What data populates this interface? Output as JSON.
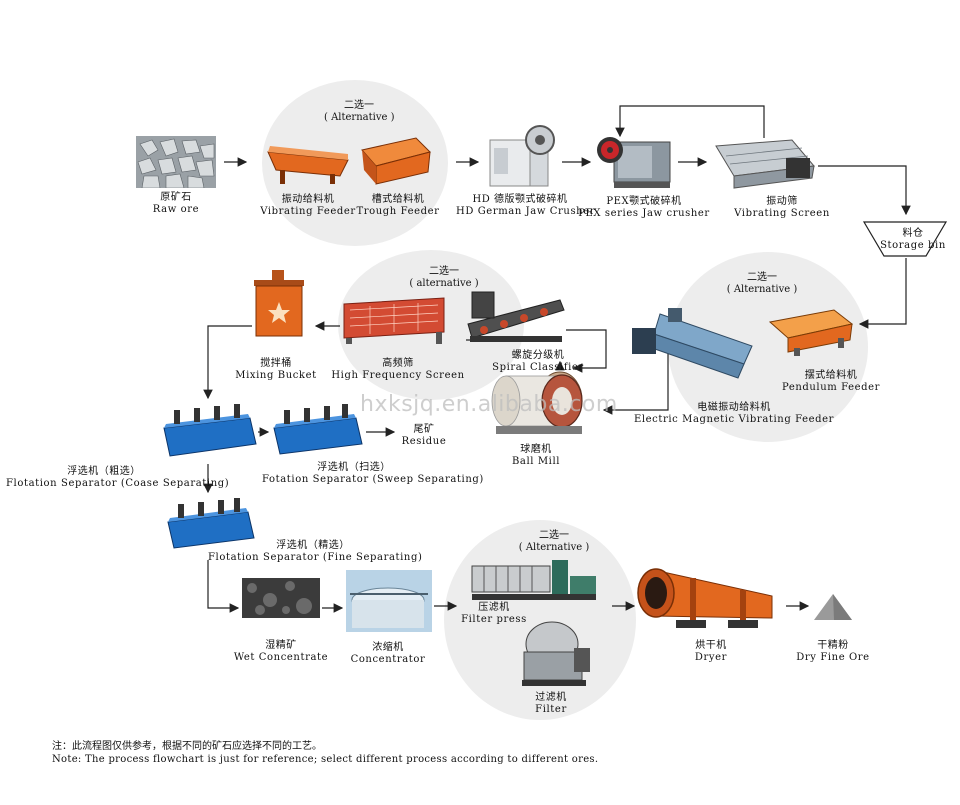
{
  "watermark": "hxksjq.en.alibaba.com",
  "groups": {
    "feeder_alt": {
      "zh": "二选一",
      "en": "( Alternative )"
    },
    "screen_alt": {
      "zh": "二选一",
      "en": "( alternative )"
    },
    "pendulum_alt": {
      "zh": "二选一",
      "en": "( Alternative )"
    },
    "filter_alt": {
      "zh": "二选一",
      "en": "( Alternative )"
    }
  },
  "nodes": {
    "raw_ore": {
      "zh": "原矿石",
      "en": "Raw ore"
    },
    "vibrating_feeder": {
      "zh": "振动给料机",
      "en": "Vibrating Feeder"
    },
    "trough_feeder": {
      "zh": "槽式给料机",
      "en": "Trough Feeder"
    },
    "hd_jaw": {
      "zh": "HD 德版颚式破碎机",
      "en": "HD German Jaw Crusher"
    },
    "pex_jaw": {
      "zh": "PEX颚式破碎机",
      "en": "PEX series Jaw crusher"
    },
    "vibrating_screen": {
      "zh": "振动筛",
      "en": "Vibrating Screen"
    },
    "storage_bin": {
      "zh": "料仓",
      "en": "Storage bin"
    },
    "pendulum_feeder": {
      "zh": "摆式给料机",
      "en": "Pendulum Feeder"
    },
    "em_feeder": {
      "zh": "电磁振动给料机",
      "en": "Electric Magnetic Vibrating Feeder"
    },
    "ball_mill": {
      "zh": "球磨机",
      "en": "Ball Mill"
    },
    "spiral_classifier": {
      "zh": "螺旋分级机",
      "en": "Spiral Classifier"
    },
    "high_freq_screen": {
      "zh": "高频筛",
      "en": "High Frequency Screen"
    },
    "mixing_bucket": {
      "zh": "搅拌桶",
      "en": "Mixing Bucket"
    },
    "flotation_coarse": {
      "zh": "浮选机（粗选）",
      "en": "Flotation Separator (Coase Separating)"
    },
    "flotation_sweep": {
      "zh": "浮选机（扫选）",
      "en": "Fotation Separator (Sweep Separating)"
    },
    "residue": {
      "zh": "尾矿",
      "en": "Residue"
    },
    "flotation_fine": {
      "zh": "浮选机（精选）",
      "en": "Flotation Separator (Fine Separating)"
    },
    "wet_concentrate": {
      "zh": "湿精矿",
      "en": "Wet Concentrate"
    },
    "concentrator": {
      "zh": "浓缩机",
      "en": "Concentrator"
    },
    "filter_press": {
      "zh": "压滤机",
      "en": "Filter press"
    },
    "filter": {
      "zh": "过滤机",
      "en": "Filter"
    },
    "dryer": {
      "zh": "烘干机",
      "en": "Dryer"
    },
    "dry_fine_ore": {
      "zh": "干精粉",
      "en": "Dry Fine Ore"
    }
  },
  "note": {
    "zh": "注：此流程图仅供参考，根据不同的矿石应选择不同的工艺。",
    "en": "Note:  The process flowchart is just for reference; select different process according to different ores."
  },
  "colors": {
    "machine_orange": "#e2681f",
    "flotation_blue": "#1f6fc4",
    "gray_background": "#ededed",
    "steel": "#bfc7cf"
  }
}
